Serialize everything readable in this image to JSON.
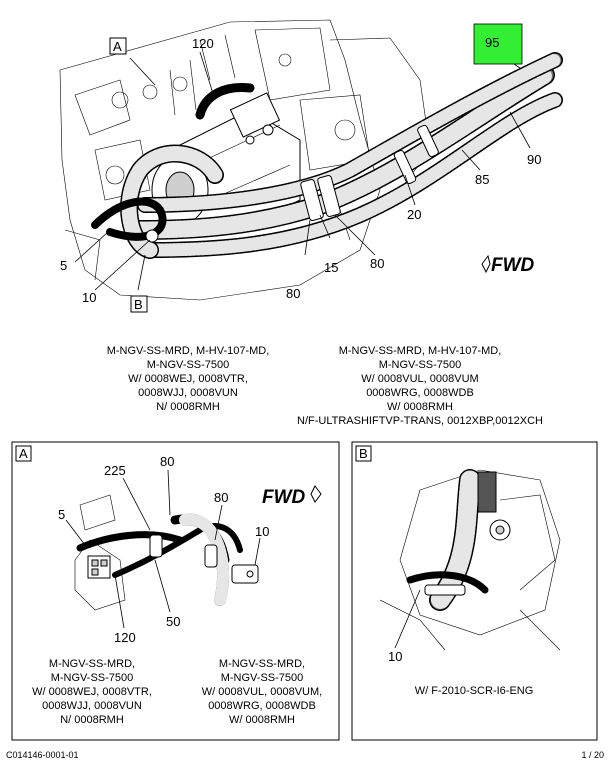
{
  "main": {
    "view_a_marker": "A",
    "view_b_marker": "B",
    "callouts": {
      "c95": "95",
      "c120": "120",
      "c90": "90",
      "c85": "85",
      "c20": "20",
      "c80a": "80",
      "c80b": "80",
      "c15": "15",
      "c5": "5",
      "c10": "10"
    },
    "fwd": "FWD",
    "highlight_color": "#33ee33"
  },
  "captions": {
    "left": [
      "M-NGV-SS-MRD, M-HV-107-MD,",
      "M-NGV-SS-7500",
      "W/ 0008WEJ, 0008VTR,",
      "0008WJJ, 0008VUN",
      "N/ 0008RMH"
    ],
    "right": [
      "M-NGV-SS-MRD, M-HV-107-MD,",
      "M-NGV-SS-7500",
      "W/ 0008VUL, 0008VUM",
      "0008WRG, 0008WDB",
      "W/ 0008RMH",
      "N/F-ULTRASHIFTVP-TRANS, 0012XBP,0012XCH"
    ]
  },
  "detail_a": {
    "marker": "A",
    "fwd": "FWD",
    "callouts": {
      "c225": "225",
      "c80a": "80",
      "c80b": "80",
      "c5": "5",
      "c10": "10",
      "c120": "120",
      "c50": "50"
    },
    "caption_left": [
      "M-NGV-SS-MRD,",
      "M-NGV-SS-7500",
      "W/ 0008WEJ, 0008VTR,",
      "0008WJJ, 0008VUN",
      "N/ 0008RMH"
    ],
    "caption_right": [
      "M-NGV-SS-MRD,",
      "M-NGV-SS-7500",
      "W/ 0008VUL, 0008VUM,",
      "0008WRG, 0008WDB",
      "W/ 0008RMH"
    ]
  },
  "detail_b": {
    "marker": "B",
    "callouts": {
      "c10": "10"
    },
    "caption": "W/ F-2010-SCR-I6-ENG"
  },
  "footer": {
    "left": "C014146-0001-01",
    "right": "1 / 20"
  }
}
